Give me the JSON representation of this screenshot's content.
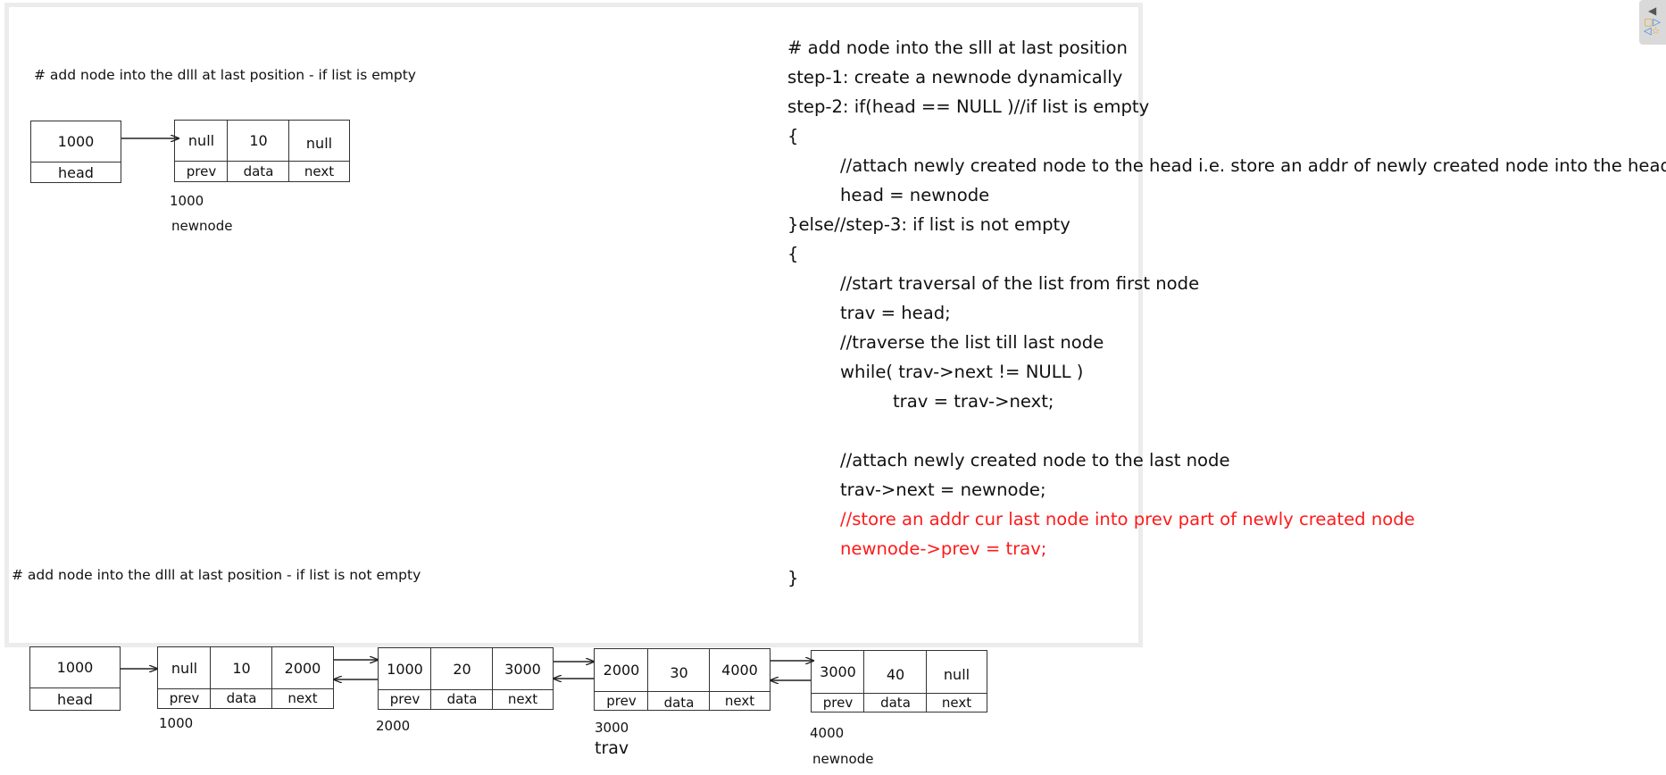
{
  "diagram_empty": {
    "title": "# add node into the dlll at last position - if list is empty",
    "head_box": {
      "value": "1000",
      "label": "head"
    },
    "newnode_box": {
      "prev": "null",
      "data": "10",
      "next": "null",
      "prev_label": "prev",
      "data_label": "data",
      "next_label": "next"
    },
    "newnode_addr": "1000",
    "newnode_label": "newnode"
  },
  "diagram_nonempty": {
    "title": "# add node into the dlll at last position - if list is not empty",
    "head_box": {
      "value": "1000",
      "label": "head"
    },
    "nodes": [
      {
        "prev": "null",
        "data": "10",
        "next": "2000",
        "addr": "1000",
        "tag": ""
      },
      {
        "prev": "1000",
        "data": "20",
        "next": "3000",
        "addr": "2000",
        "tag": ""
      },
      {
        "prev": "2000",
        "data": "30",
        "next": "4000",
        "addr": "3000",
        "tag": "trav"
      },
      {
        "prev": "3000",
        "data": "40",
        "next": "null",
        "addr": "4000",
        "tag": "newnode"
      }
    ],
    "field_labels": {
      "prev": "prev",
      "data": "data",
      "next": "next"
    }
  },
  "code_lines": [
    {
      "text": "# add node into the slll at last position",
      "indent": 0,
      "red": false
    },
    {
      "text": "step-1: create a newnode dynamically",
      "indent": 0,
      "red": false
    },
    {
      "text": "step-2: if(head == NULL )//if list is empty",
      "indent": 0,
      "red": false
    },
    {
      "text": "{",
      "indent": 0,
      "red": false
    },
    {
      "text": "//attach newly created node to the head i.e. store an addr of newly created node into the head",
      "indent": 1,
      "red": false
    },
    {
      "text": "head = newnode",
      "indent": 1,
      "red": false
    },
    {
      "text": "}else//step-3: if list is not empty",
      "indent": 0,
      "red": false
    },
    {
      "text": "{",
      "indent": 0,
      "red": false
    },
    {
      "text": "//start traversal of the list from first node",
      "indent": 1,
      "red": false
    },
    {
      "text": "trav = head;",
      "indent": 1,
      "red": false
    },
    {
      "text": "//traverse the list till last node",
      "indent": 1,
      "red": false
    },
    {
      "text": "while( trav->next != NULL )",
      "indent": 1,
      "red": false
    },
    {
      "text": "trav = trav->next;",
      "indent": 2,
      "red": false
    },
    {
      "text": "",
      "indent": 0,
      "red": false
    },
    {
      "text": "//attach newly created node to the last node",
      "indent": 1,
      "red": false
    },
    {
      "text": "trav->next = newnode;",
      "indent": 1,
      "red": false
    },
    {
      "text": "//store an addr cur last node into prev part of newly created node",
      "indent": 1,
      "red": true
    },
    {
      "text": "newnode->prev = trav;",
      "indent": 1,
      "red": true
    },
    {
      "text": "}",
      "indent": 0,
      "red": false
    }
  ],
  "colors": {
    "highlight": "#ff1a1a",
    "border": "#ececec"
  }
}
